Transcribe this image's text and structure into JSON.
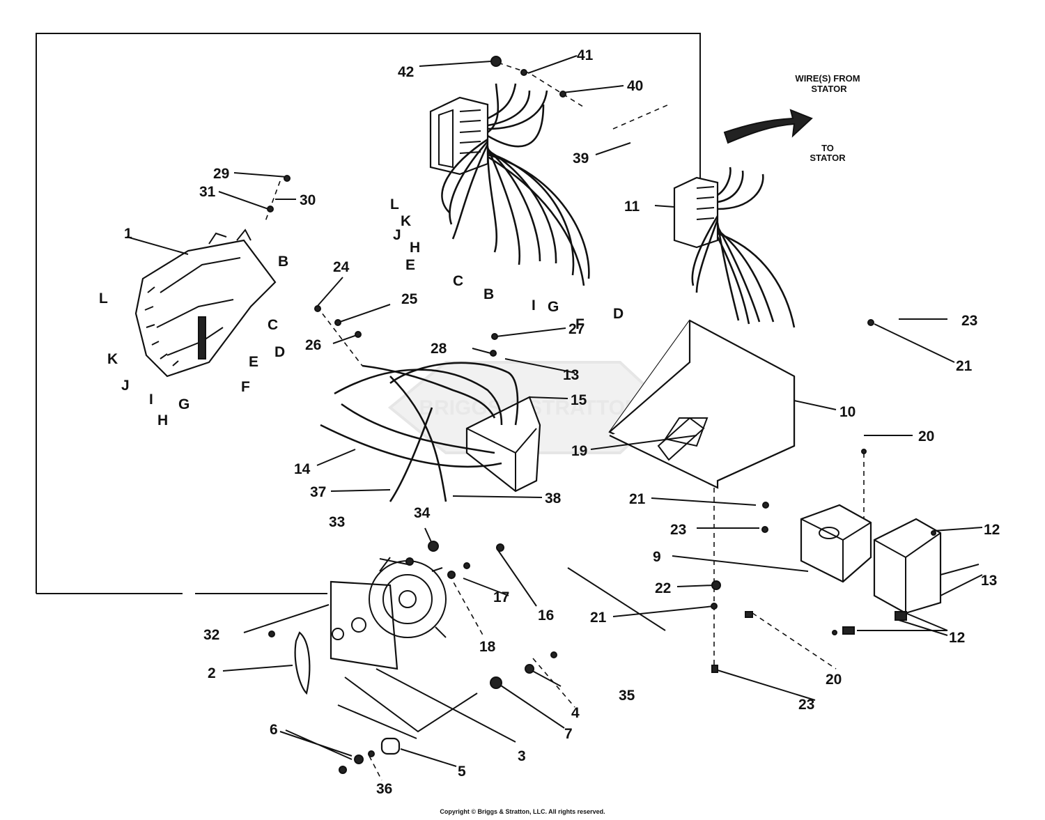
{
  "banner": {
    "wire_from_stator_l1": "WIRE(S) FROM",
    "wire_from_stator_l2": "STATOR",
    "to_stator_l1": "TO",
    "to_stator_l2": "STATOR"
  },
  "callouts": [
    {
      "id": "c42",
      "text": "42"
    },
    {
      "id": "c41",
      "text": "41"
    },
    {
      "id": "c40",
      "text": "40"
    },
    {
      "id": "c39",
      "text": "39"
    },
    {
      "id": "c29",
      "text": "29"
    },
    {
      "id": "c31",
      "text": "31"
    },
    {
      "id": "c30",
      "text": "30"
    },
    {
      "id": "c1",
      "text": "1"
    },
    {
      "id": "c24",
      "text": "24"
    },
    {
      "id": "c25",
      "text": "25"
    },
    {
      "id": "c26",
      "text": "26"
    },
    {
      "id": "c27",
      "text": "27"
    },
    {
      "id": "c28",
      "text": "28"
    },
    {
      "id": "c13a",
      "text": "13"
    },
    {
      "id": "c15",
      "text": "15"
    },
    {
      "id": "c14",
      "text": "14"
    },
    {
      "id": "c37",
      "text": "37"
    },
    {
      "id": "c38",
      "text": "38"
    },
    {
      "id": "c11",
      "text": "11"
    },
    {
      "id": "c23a",
      "text": "23"
    },
    {
      "id": "c21a",
      "text": "21"
    },
    {
      "id": "c10",
      "text": "10"
    },
    {
      "id": "c20a",
      "text": "20"
    },
    {
      "id": "c19",
      "text": "19"
    },
    {
      "id": "c21b",
      "text": "21"
    },
    {
      "id": "c23b",
      "text": "23"
    },
    {
      "id": "c12a",
      "text": "12"
    },
    {
      "id": "c9",
      "text": "9"
    },
    {
      "id": "c13b",
      "text": "13"
    },
    {
      "id": "c22",
      "text": "22"
    },
    {
      "id": "c21c",
      "text": "21"
    },
    {
      "id": "c12b",
      "text": "12"
    },
    {
      "id": "c20b",
      "text": "20"
    },
    {
      "id": "c23c",
      "text": "23"
    },
    {
      "id": "c33",
      "text": "33"
    },
    {
      "id": "c34",
      "text": "34"
    },
    {
      "id": "c17",
      "text": "17"
    },
    {
      "id": "c16",
      "text": "16"
    },
    {
      "id": "c18",
      "text": "18"
    },
    {
      "id": "c32",
      "text": "32"
    },
    {
      "id": "c2",
      "text": "2"
    },
    {
      "id": "c35",
      "text": "35"
    },
    {
      "id": "c4",
      "text": "4"
    },
    {
      "id": "c7",
      "text": "7"
    },
    {
      "id": "c3",
      "text": "3"
    },
    {
      "id": "c6",
      "text": "6"
    },
    {
      "id": "c5",
      "text": "5"
    },
    {
      "id": "c36",
      "text": "36"
    }
  ],
  "terminal_letters": [
    {
      "id": "wL",
      "text": "L"
    },
    {
      "id": "wK",
      "text": "K"
    },
    {
      "id": "wJ",
      "text": "J"
    },
    {
      "id": "wH",
      "text": "H"
    },
    {
      "id": "wE",
      "text": "E"
    },
    {
      "id": "wC",
      "text": "C"
    },
    {
      "id": "wB",
      "text": "B"
    },
    {
      "id": "wI",
      "text": "I"
    },
    {
      "id": "wG",
      "text": "G"
    },
    {
      "id": "wF",
      "text": "F"
    },
    {
      "id": "wD",
      "text": "D"
    },
    {
      "id": "pB",
      "text": "B"
    },
    {
      "id": "pL",
      "text": "L"
    },
    {
      "id": "pC",
      "text": "C"
    },
    {
      "id": "pD",
      "text": "D"
    },
    {
      "id": "pE",
      "text": "E"
    },
    {
      "id": "pF",
      "text": "F"
    },
    {
      "id": "pK",
      "text": "K"
    },
    {
      "id": "pJ",
      "text": "J"
    },
    {
      "id": "pI",
      "text": "I"
    },
    {
      "id": "pG",
      "text": "G"
    },
    {
      "id": "pH",
      "text": "H"
    }
  ],
  "watermark": {
    "text": "BRIGGS & STRATTON"
  },
  "copyright": "Copyright © Briggs & Stratton, LLC. All rights reserved."
}
